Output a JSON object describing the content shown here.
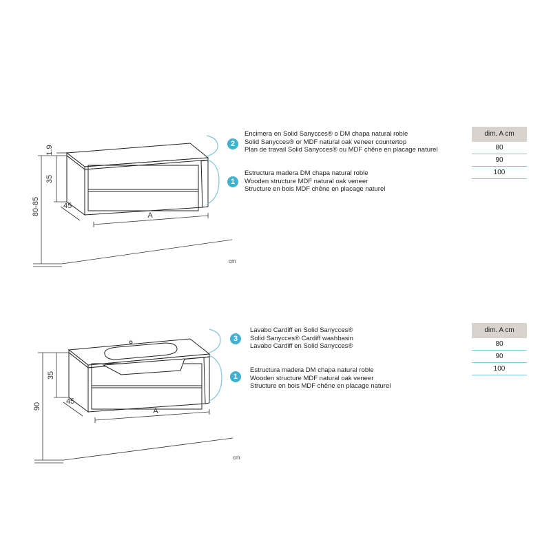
{
  "unit_label": "cm",
  "diagram1": {
    "dims": {
      "top_thickness": "1.9",
      "shelf_height": "35",
      "depth": "45",
      "width": "A",
      "total_height": "80-85"
    },
    "badges": [
      {
        "number": "2",
        "lines": [
          "Encimera en Solid Sanycces® o DM chapa natural roble",
          "Solid Sanycces® or MDF natural oak veneer countertop",
          "Plan de travail Solid Sanycces® ou MDF chêne en placage naturel"
        ]
      },
      {
        "number": "1",
        "lines": [
          "Estructura madera DM chapa natural roble",
          "Wooden structure MDF natural oak veneer",
          "Structure en bois MDF chêne en placage naturel"
        ]
      }
    ],
    "table": {
      "header": "dim. A cm",
      "rows": [
        "80",
        "90",
        "100"
      ]
    }
  },
  "diagram2": {
    "dims": {
      "shelf_height": "35",
      "depth": "45",
      "width": "A",
      "total_height": "90"
    },
    "badges": [
      {
        "number": "3",
        "lines": [
          "Lavabo Cardiff en Solid Sanycces®",
          "Solid Sanycces® Cardiff washbasin",
          "Lavabo Cardiff en Solid Sanycces®"
        ]
      },
      {
        "number": "1",
        "lines": [
          "Estructura madera DM chapa natural roble",
          "Wooden structure MDF natural oak veneer",
          "Structure en bois MDF chêne en placage naturel"
        ]
      }
    ],
    "table": {
      "header": "dim. A cm",
      "rows": [
        "80",
        "90",
        "100"
      ]
    }
  }
}
